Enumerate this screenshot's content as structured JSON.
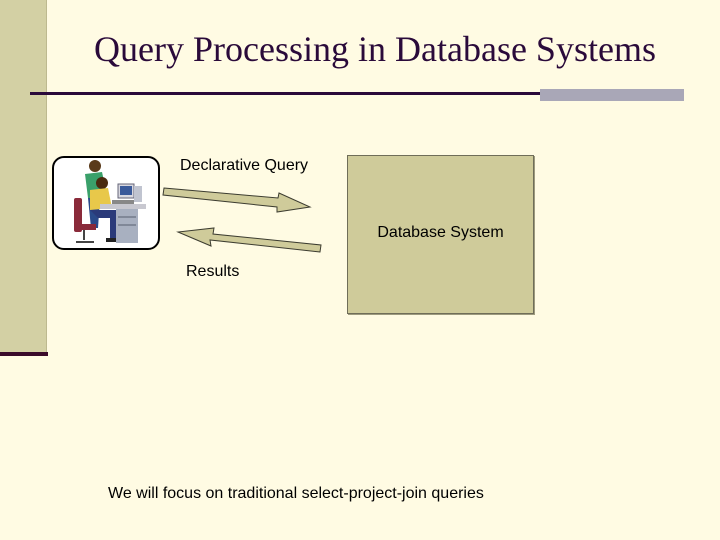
{
  "slide": {
    "title": "Query Processing in Database Systems",
    "footer": "We will focus on traditional select-project-join queries"
  },
  "diagram": {
    "request_label": "Declarative Query",
    "response_label": "Results",
    "system_label": "Database System"
  },
  "icons": {
    "user": "person-at-computer-icon"
  },
  "colors": {
    "background": "#fffbe3",
    "sidebar": "#d3d0a4",
    "title": "#2a0a3a",
    "arrow_fill": "#cfcb9a",
    "db_box": "#cfcb9a"
  }
}
